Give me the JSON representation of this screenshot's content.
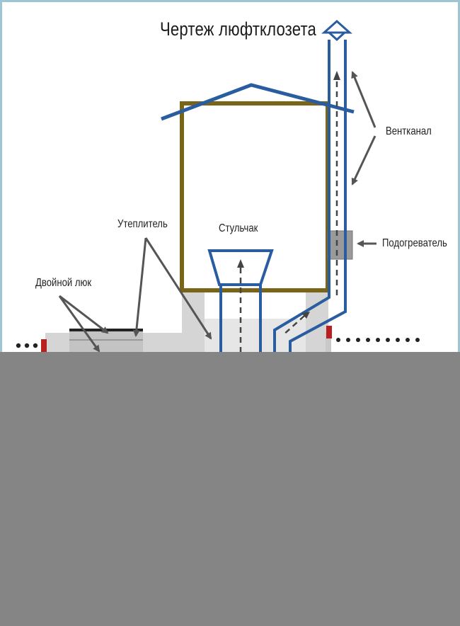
{
  "title": "Чертеж люфтклозета",
  "labels": {
    "vent": "Вентканал",
    "seat": "Стульчак",
    "insulation": "Утеплитель",
    "heater": "Подогреватель",
    "double_hatch": "Двойной люк"
  },
  "colors": {
    "pipe_blue": "#2a5d9f",
    "wall_olive": "#7a6418",
    "arrow_gray": "#555555",
    "concrete_light": "#d5d5d5",
    "concrete_mid": "#bdbdbd",
    "heater_fill": "#9a9a9a",
    "seal_red": "#b82020",
    "cover_gray": "#858585",
    "frame_teal": "#9cc7d2"
  }
}
